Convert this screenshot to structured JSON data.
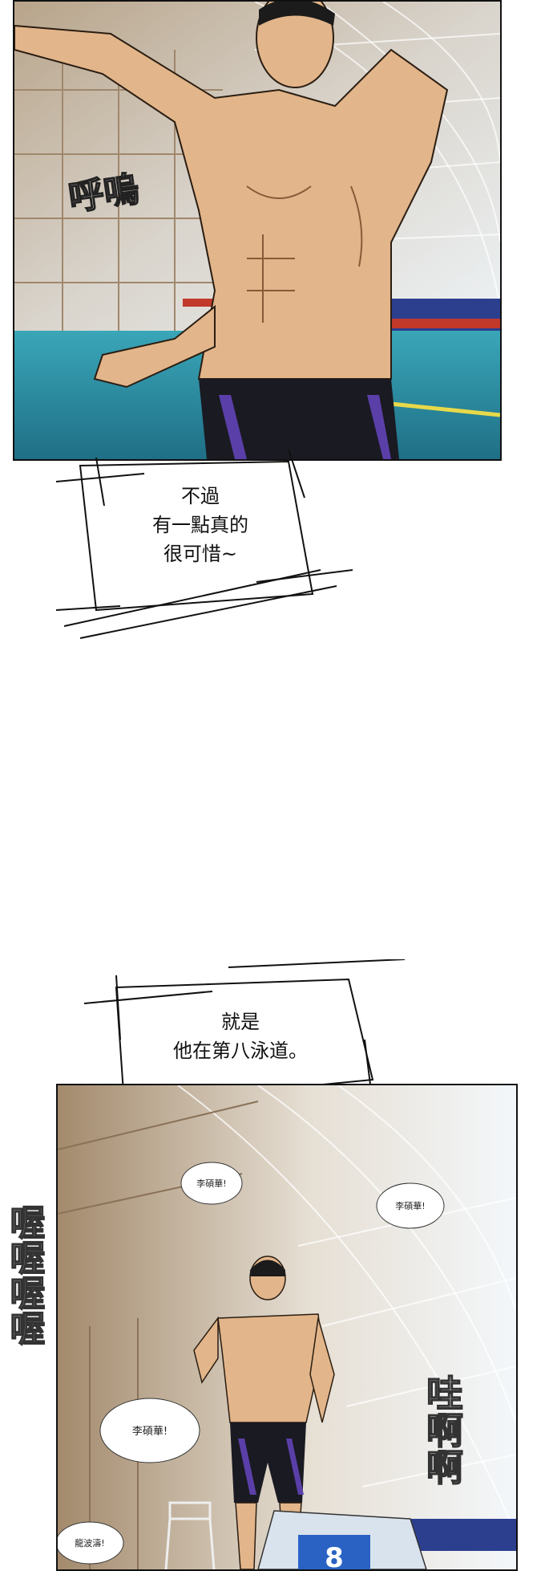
{
  "panels": {
    "top": {
      "sfx": "呼嗚"
    },
    "bubble_1": {
      "lines": [
        "不過",
        "有一點真的",
        "很可惜~"
      ]
    },
    "bubble_2": {
      "lines": [
        "就是",
        "他在第八泳道。"
      ]
    },
    "bottom": {
      "sfx_left": "喔喔喔喔",
      "sfx_right": "哇啊啊",
      "cheers": [
        "李碩華!",
        "李碩華!",
        "李碩華!",
        "龍波濤!"
      ],
      "lane_number": "8"
    }
  },
  "colors": {
    "pool_water": "#2f8aa0",
    "dome_light": "#dfe8ef",
    "skin": "#e2b58a",
    "trunks": "#1a1a22",
    "accent_purple": "#5b3fa8",
    "seats": "#2c3f8f"
  }
}
